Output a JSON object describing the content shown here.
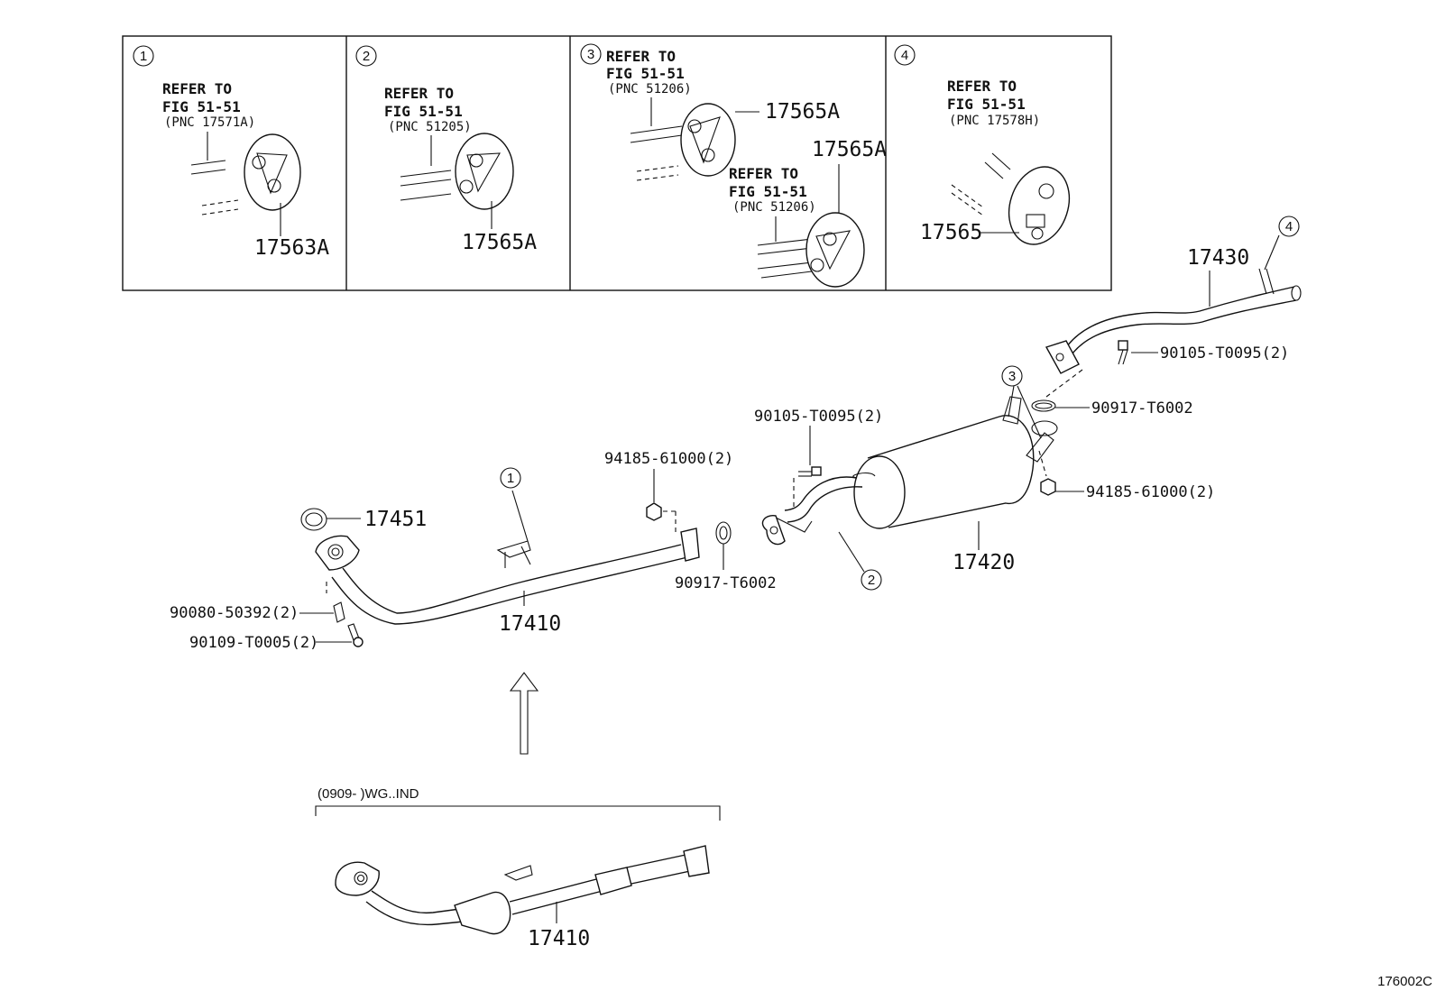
{
  "boxes": [
    {
      "num": "1",
      "refer": [
        "REFER TO",
        "FIG 51-51",
        "(PNC 17571A)"
      ],
      "part": "17563A"
    },
    {
      "num": "2",
      "refer": [
        "REFER TO",
        "FIG 51-51",
        "(PNC 51205)"
      ],
      "part": "17565A"
    },
    {
      "num": "3",
      "refer": [
        "REFER TO",
        "FIG 51-51",
        "(PNC 51206)"
      ],
      "part": "17565A",
      "refer2": [
        "REFER TO",
        "FIG 51-51",
        "(PNC 51206)"
      ],
      "part2": "17565A"
    },
    {
      "num": "4",
      "refer": [
        "REFER TO",
        "FIG 51-51",
        "(PNC 17578H)"
      ],
      "part": "17565"
    }
  ],
  "labels": {
    "tail_pipe": "17430",
    "callout_4": "4",
    "bolt_tail": "90105-T0095(2)",
    "gasket_tail": "90917-T6002",
    "callout_3": "3",
    "bolt_muffler": "90105-T0095(2)",
    "nut_muffler": "94185-61000(2)",
    "muffler": "17420",
    "callout_2": "2",
    "gasket_front": "90917-T6002",
    "nut_front": "94185-61000(2)",
    "callout_1": "1",
    "gasket_manifold": "17451",
    "front_pipe": "17410",
    "spring": "90080-50392(2)",
    "bolt_front": "90109-T0005(2)",
    "variant_note": "(0909-      )WG..IND",
    "variant_pipe": "17410",
    "figure_code": "176002C"
  }
}
